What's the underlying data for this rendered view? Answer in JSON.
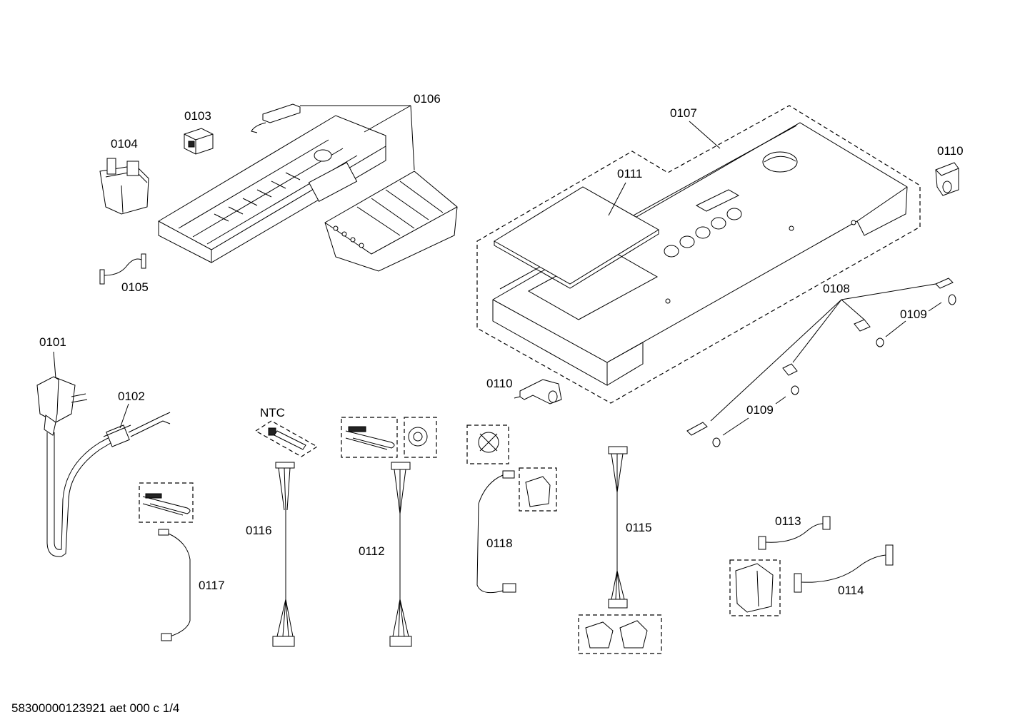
{
  "labels": {
    "p0101": "0101",
    "p0102": "0102",
    "p0103": "0103",
    "p0104": "0104",
    "p0105": "0105",
    "p0106": "0106",
    "p0107": "0107",
    "p0108": "0108",
    "p0109a": "0109",
    "p0109b": "0109",
    "p0110a": "0110",
    "p0110b": "0110",
    "p0111": "0111",
    "p0112": "0112",
    "p0113": "0113",
    "p0114": "0114",
    "p0115": "0115",
    "p0116": "0116",
    "p0117": "0117",
    "p0118": "0118",
    "ntc": "NTC"
  },
  "footer": "58300000123921 aet 000 c 1/4"
}
